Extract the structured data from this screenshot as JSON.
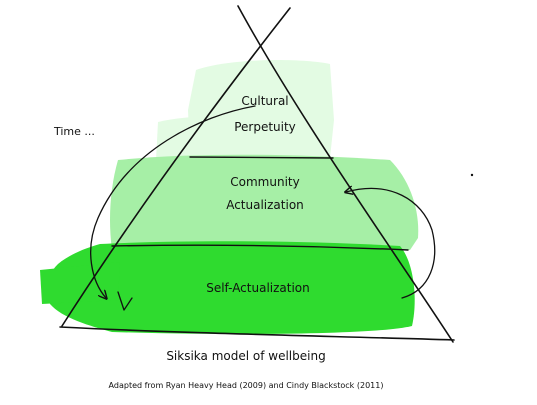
{
  "layers": [
    {
      "label_lines": [
        "Cultural",
        "Perpetuity"
      ],
      "color": "#e3fbe3"
    },
    {
      "label_lines": [
        "Community",
        "Actualization"
      ],
      "color": "#a6efa6"
    },
    {
      "label_lines": [
        "Self-Actualization"
      ],
      "color": "#2fdb2f"
    }
  ],
  "time_label": "Time ...",
  "caption": "Siksika model of wellbeing",
  "credit": "Adapted from Ryan Heavy Head (2009) and Cindy Blackstock (2011)",
  "colors": {
    "ink": "#111111",
    "top_fill": "#e3fbe3",
    "middle_fill": "#a6efa6",
    "bottom_fill": "#2fdb2f"
  }
}
